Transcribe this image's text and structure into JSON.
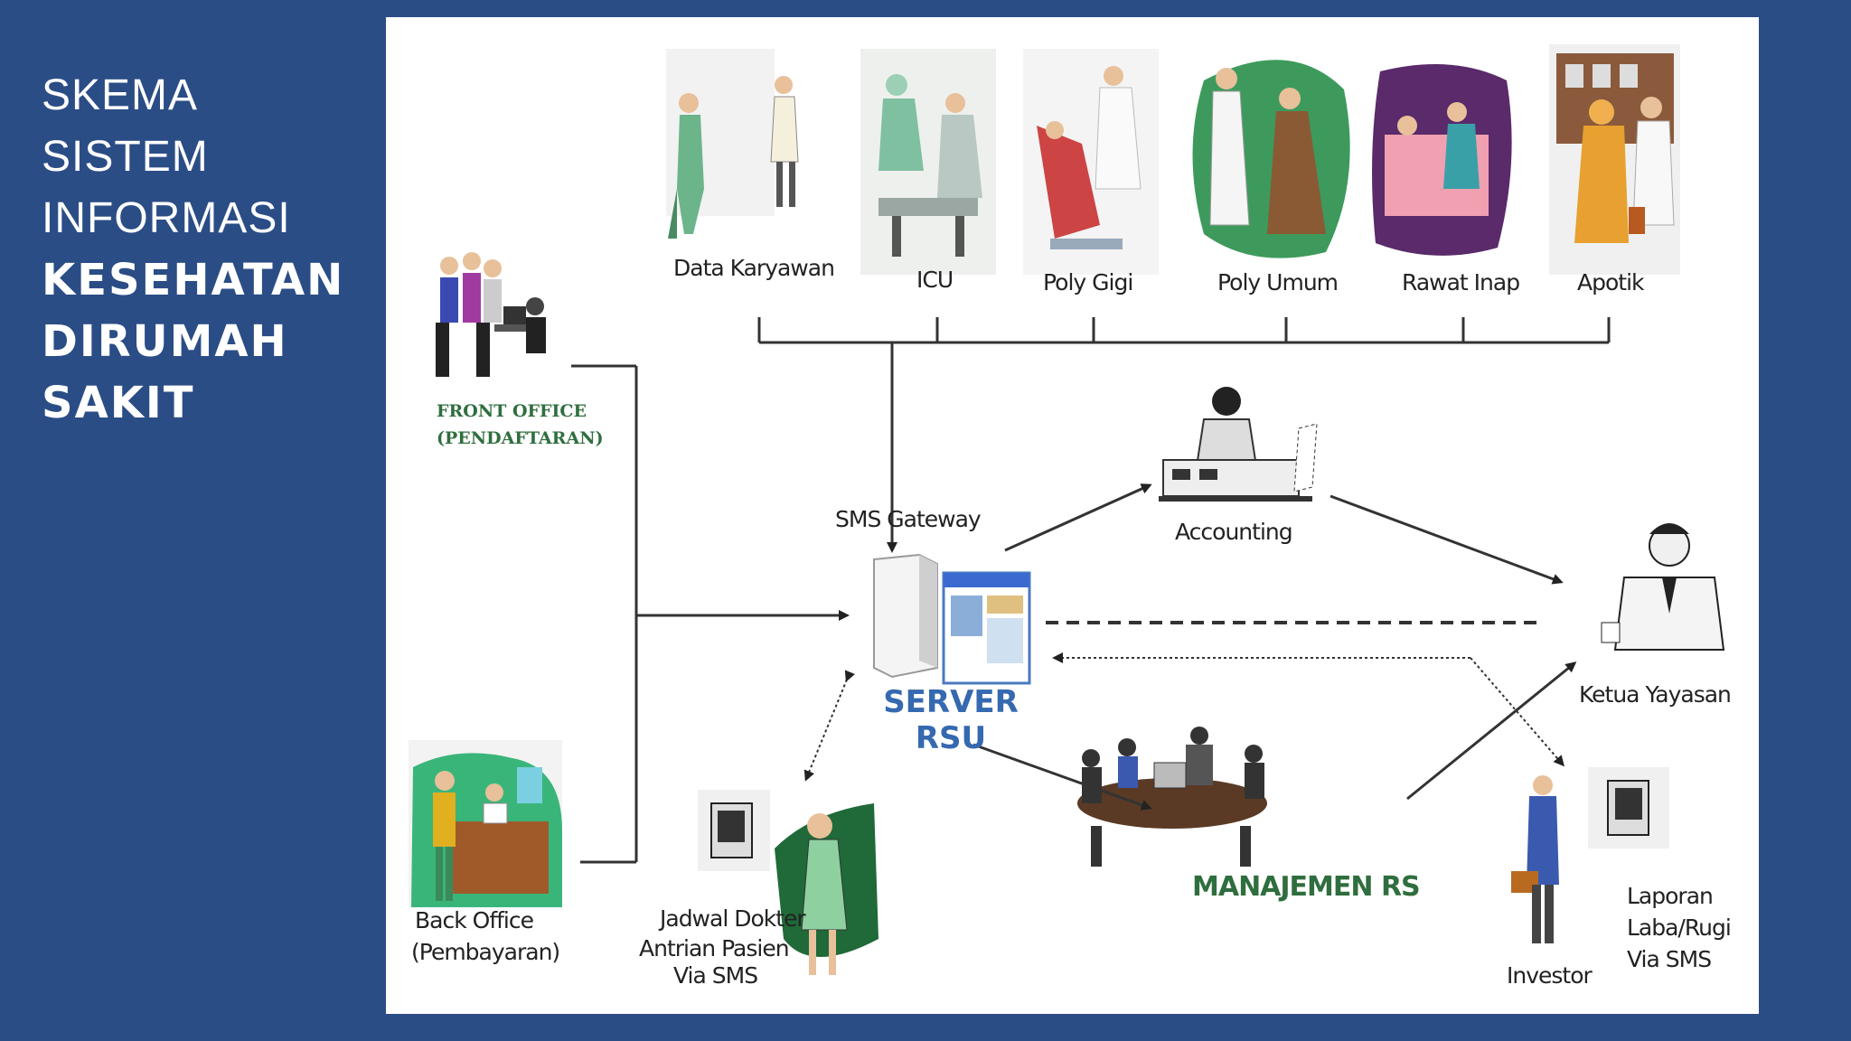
{
  "title": {
    "line1": "SKEMA",
    "line2": "SISTEM",
    "line3": "INFORMASI",
    "line4": "KESEHATAN",
    "line5": "DIRUMAH",
    "line6": "SAKIT"
  },
  "diagram": {
    "departments": {
      "data_karyawan": "Data Karyawan",
      "icu": "ICU",
      "poly_gigi": "Poly Gigi",
      "poly_umum": "Poly Umum",
      "rawat_inap": "Rawat Inap",
      "apotik": "Apotik"
    },
    "front_office": {
      "line1": "FRONT OFFICE",
      "line2": "(PENDAFTARAN)"
    },
    "back_office": {
      "line1": "Back Office",
      "line2": "(Pembayaran)"
    },
    "sms_gateway": "SMS Gateway",
    "server": {
      "line1": "SERVER",
      "line2": "RSU"
    },
    "accounting": "Accounting",
    "ketua_yayasan": "Ketua Yayasan",
    "manajemen": "MANAJEMEN RS",
    "jadwal": {
      "line1": "Jadwal Dokter",
      "line2": "Antrian Pasien",
      "line3": "Via SMS"
    },
    "investor": "Investor",
    "laporan": {
      "line1": "Laporan",
      "line2": "Laba/Rugi",
      "line3": "Via SMS"
    }
  },
  "colors": {
    "background": "#2b4d86",
    "panel": "#ffffff",
    "title_text": "#ffffff",
    "green_label": "#2f6e3e",
    "server_label": "#3569b0"
  }
}
